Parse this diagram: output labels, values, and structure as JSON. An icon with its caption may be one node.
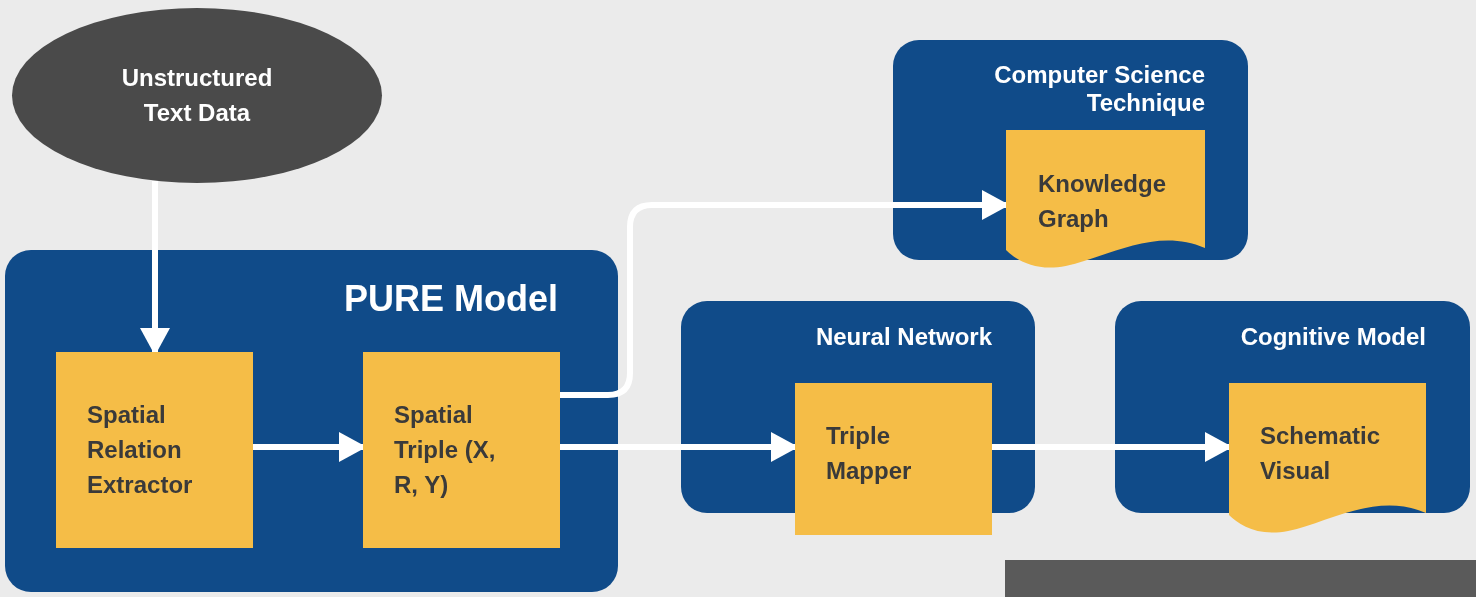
{
  "diagram": {
    "nodes": [
      {
        "text": [
          "Unstructured Text Data"
        ]
      },
      {
        "text": [
          "PURE Model"
        ]
      },
      {
        "text": [
          "Spatial Relation Extractor"
        ],
        "in": 1
      },
      {
        "text": [
          "Spatial Triple (X, R, Y)"
        ],
        "in": 1
      },
      {
        "text": [
          "Computer Science Technique"
        ]
      },
      {
        "text": [
          "Knowledge Graph"
        ],
        "in": 4
      },
      {
        "text": [
          "Neural Network"
        ]
      },
      {
        "text": [
          "Triple Mapper"
        ],
        "in": 6
      },
      {
        "text": [
          "Cognitive Model"
        ]
      },
      {
        "text": [
          "Schematic Visual"
        ],
        "in": 8
      }
    ],
    "edges": [
      {
        "from": 0,
        "to": 2,
        "arrow": "to"
      },
      {
        "from": 2,
        "to": 3,
        "arrow": "to"
      },
      {
        "from": 3,
        "to": 5,
        "arrow": "to"
      },
      {
        "from": 3,
        "to": 7,
        "arrow": "to"
      },
      {
        "from": 7,
        "to": 9,
        "arrow": "to"
      }
    ]
  }
}
